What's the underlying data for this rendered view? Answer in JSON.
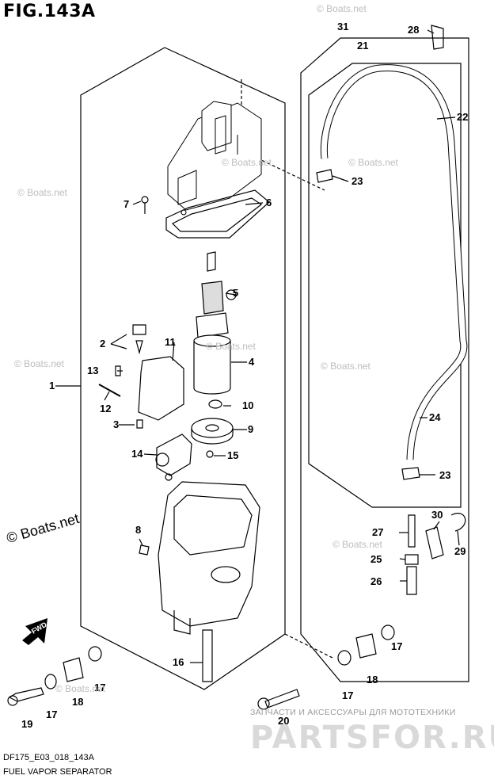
{
  "figure": {
    "title": "FIG.143A",
    "code": "DF175_E03_018_143A",
    "caption": "FUEL VAPOR SEPARATOR"
  },
  "watermarks": {
    "small": "© Boats.net",
    "large": "© Boats.net",
    "brand_line": "ЗАПЧАСТИ И АКСЕССУАРЫ ДЛЯ МОТОТЕХНИКИ",
    "brand": "PARTSFOR.RU"
  },
  "callouts": [
    {
      "id": "c1",
      "label": "1"
    },
    {
      "id": "c2",
      "label": "2"
    },
    {
      "id": "c3",
      "label": "3"
    },
    {
      "id": "c4",
      "label": "4"
    },
    {
      "id": "c5",
      "label": "5"
    },
    {
      "id": "c6",
      "label": "6"
    },
    {
      "id": "c7",
      "label": "7"
    },
    {
      "id": "c8",
      "label": "8"
    },
    {
      "id": "c9",
      "label": "9"
    },
    {
      "id": "c10",
      "label": "10"
    },
    {
      "id": "c11",
      "label": "11"
    },
    {
      "id": "c12",
      "label": "12"
    },
    {
      "id": "c13",
      "label": "13"
    },
    {
      "id": "c14",
      "label": "14"
    },
    {
      "id": "c15",
      "label": "15"
    },
    {
      "id": "c16",
      "label": "16"
    },
    {
      "id": "c17a",
      "label": "17"
    },
    {
      "id": "c17b",
      "label": "17"
    },
    {
      "id": "c17c",
      "label": "17"
    },
    {
      "id": "c17d",
      "label": "17"
    },
    {
      "id": "c18a",
      "label": "18"
    },
    {
      "id": "c18b",
      "label": "18"
    },
    {
      "id": "c19",
      "label": "19"
    },
    {
      "id": "c20",
      "label": "20"
    },
    {
      "id": "c21",
      "label": "21"
    },
    {
      "id": "c22",
      "label": "22"
    },
    {
      "id": "c23a",
      "label": "23"
    },
    {
      "id": "c23b",
      "label": "23"
    },
    {
      "id": "c24",
      "label": "24"
    },
    {
      "id": "c25",
      "label": "25"
    },
    {
      "id": "c26",
      "label": "26"
    },
    {
      "id": "c27",
      "label": "27"
    },
    {
      "id": "c28",
      "label": "28"
    },
    {
      "id": "c29",
      "label": "29"
    },
    {
      "id": "c30",
      "label": "30"
    },
    {
      "id": "c31",
      "label": "31"
    }
  ],
  "fwd_label": "FWD"
}
